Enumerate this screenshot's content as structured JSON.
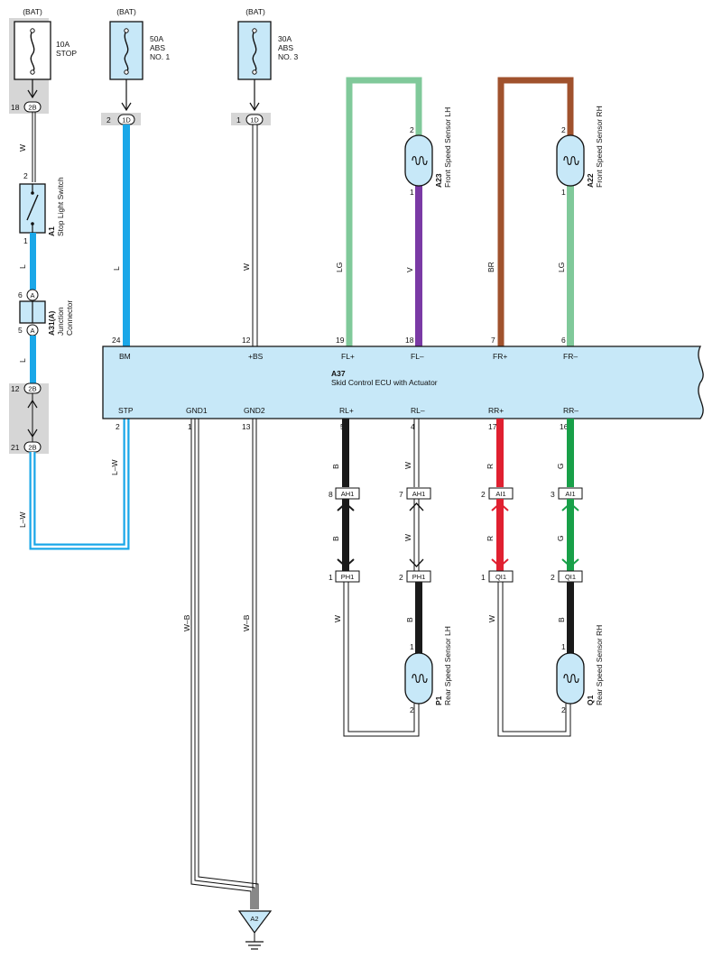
{
  "bat_labels": [
    "(BAT)",
    "(BAT)",
    "(BAT)"
  ],
  "fuses": [
    {
      "line1": "10A",
      "line2": "STOP",
      "line3": ""
    },
    {
      "line1": "50A",
      "line2": "ABS",
      "line3": "NO. 1"
    },
    {
      "line1": "30A",
      "line2": "ABS",
      "line3": "NO. 3"
    }
  ],
  "junction_blocks": [
    {
      "pin": "18",
      "code": "2B"
    },
    {
      "pin": "2",
      "code": "1D"
    },
    {
      "pin": "1",
      "code": "1D"
    }
  ],
  "stop_switch": {
    "id": "A1",
    "name": "Stop Light Switch",
    "pin_top": "2",
    "pin_bottom": "1"
  },
  "junction_connector": {
    "id": "A31(A)",
    "name_line1": "Junction",
    "name_line2": "Connector",
    "pin_top": "6",
    "pin_bottom": "5",
    "tag": "A"
  },
  "connector_2b_lower": [
    {
      "pin": "12",
      "code": "2B"
    },
    {
      "pin": "21",
      "code": "2B"
    }
  ],
  "wire_colors": {
    "w_top": "W",
    "l_switch": "L",
    "l_conn": "L",
    "l_bm": "L",
    "w_bs": "W",
    "lg_left": "LG",
    "v": "V",
    "br": "BR",
    "lg_right": "LG",
    "lw_1": "L–W",
    "lw_2": "L–W",
    "wb_1": "W–B",
    "wb_2": "W–B",
    "b_rl": "B",
    "w_rl": "W",
    "r_rr": "R",
    "g_rr": "G",
    "b_rl2": "B",
    "w_rl2": "W",
    "r_rr2": "R",
    "g_rr2": "G",
    "w_p1": "W",
    "b_p1": "B",
    "w_q1": "W",
    "b_q1": "B"
  },
  "ecu": {
    "id": "A37",
    "name": "Skid Control ECU with Actuator",
    "top_pins": [
      {
        "num": "24",
        "label": "BM"
      },
      {
        "num": "12",
        "label": "+BS"
      },
      {
        "num": "19",
        "label": "FL+"
      },
      {
        "num": "18",
        "label": "FL–"
      },
      {
        "num": "7",
        "label": "FR+"
      },
      {
        "num": "6",
        "label": "FR–"
      }
    ],
    "bottom_pins": [
      {
        "num": "2",
        "label": "STP"
      },
      {
        "num": "1",
        "label": "GND1"
      },
      {
        "num": "13",
        "label": "GND2"
      },
      {
        "num": "5",
        "label": "RL+"
      },
      {
        "num": "4",
        "label": "RL–"
      },
      {
        "num": "17",
        "label": "RR+"
      },
      {
        "num": "16",
        "label": "RR–"
      }
    ]
  },
  "front_sensors": [
    {
      "id": "A23",
      "name": "Front Speed Sensor LH",
      "pin_top": "2",
      "pin_bottom": "1"
    },
    {
      "id": "A22",
      "name": "Front Speed Sensor RH",
      "pin_top": "2",
      "pin_bottom": "1"
    }
  ],
  "rear_sensors": [
    {
      "id": "P1",
      "name": "Rear Speed Sensor LH",
      "pin_top": "1",
      "pin_bottom": "2"
    },
    {
      "id": "Q1",
      "name": "Rear Speed Sensor RH",
      "pin_top": "1",
      "pin_bottom": "2"
    }
  ],
  "inline_connectors_upper": [
    {
      "pin": "8",
      "code": "AH1"
    },
    {
      "pin": "7",
      "code": "AH1"
    },
    {
      "pin": "2",
      "code": "AI1"
    },
    {
      "pin": "3",
      "code": "AI1"
    }
  ],
  "inline_connectors_lower": [
    {
      "pin": "1",
      "code": "PH1"
    },
    {
      "pin": "2",
      "code": "PH1"
    },
    {
      "pin": "1",
      "code": "QI1"
    },
    {
      "pin": "2",
      "code": "QI1"
    }
  ],
  "ground": {
    "label": "A2"
  },
  "colors": {
    "wire_L": "#1aa7e8",
    "wire_LG": "#80c99a",
    "wire_V": "#7a3aa5",
    "wire_BR": "#a0522d",
    "wire_R": "#e02030",
    "wire_G": "#18a048",
    "wire_B": "#1a1a1a",
    "ecu_fill": "#c7e8f8",
    "component_fill": "#cfeaf8",
    "shade": "#d6d6d6"
  }
}
